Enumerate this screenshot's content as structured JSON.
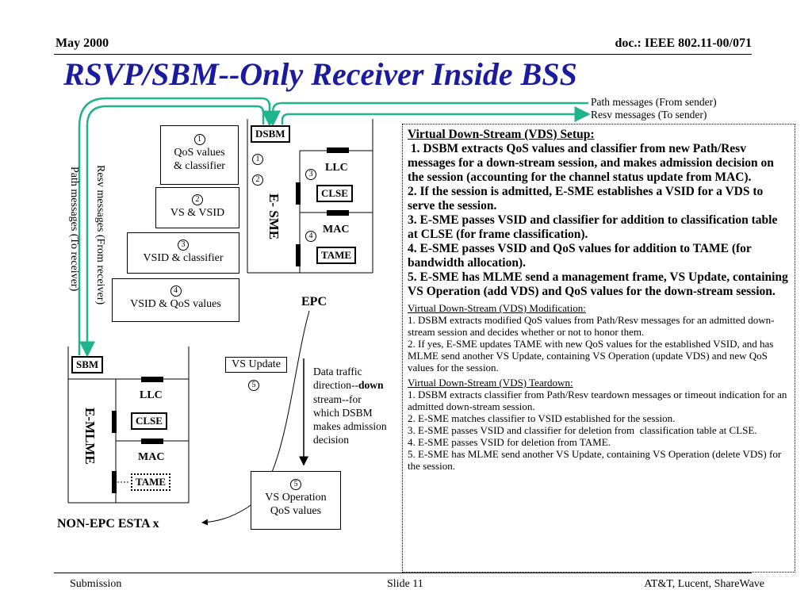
{
  "header": {
    "date": "May 2000",
    "doc": "doc.: IEEE 802.11-00/071"
  },
  "title": "RSVP/SBM--Only Receiver Inside BSS",
  "footer": {
    "left": "Submission",
    "center": "Slide 11",
    "right": "AT&T, Lucent, ShareWave"
  },
  "messages": {
    "path_from_sender": "Path messages (From sender)",
    "resv_to_sender": "Resv messages (To sender)",
    "resv_from_receiver": "Resv messages (From receiver)",
    "path_to_receiver": "Path messages (To receiver)"
  },
  "steps": [
    {
      "num": "1",
      "lines": [
        "QoS values",
        "& classifier"
      ]
    },
    {
      "num": "2",
      "lines": [
        "VS & VSID"
      ]
    },
    {
      "num": "3",
      "lines": [
        "VSID & classifier"
      ]
    },
    {
      "num": "4",
      "lines": [
        "VSID & QoS values"
      ]
    }
  ],
  "epc": {
    "dsbm": "DSBM",
    "sme": "E- SME",
    "llc": "LLC",
    "clse": "CLSE",
    "mac": "MAC",
    "tame": "TAME",
    "label": "EPC",
    "marks": [
      "1",
      "2",
      "3",
      "4"
    ]
  },
  "vs_update": {
    "label": "VS Update",
    "num": "5"
  },
  "data_traffic": {
    "line1": "Data traffic",
    "line2_prefix": "direction--",
    "line2_bold": "down",
    "line3": "stream--for",
    "line4": "which DSBM",
    "line5": "makes admission",
    "line6": "decision"
  },
  "vs_operation": {
    "num": "5",
    "line1": "VS Operation",
    "line2": "QoS values"
  },
  "esta": {
    "sbm": "SBM",
    "mlme": "E-MLME",
    "llc": "LLC",
    "clse": "CLSE",
    "mac": "MAC",
    "tame": "TAME",
    "label": "NON-EPC ESTA x"
  },
  "panel": {
    "setup_title": "Virtual Down-Stream (VDS) Setup:",
    "setup": [
      " 1. DSBM extracts QoS values and classifier from new Path/Resv messages for a down-stream session, and makes admission decision on the session (accounting for the channel status update from MAC).",
      "2. If the session is admitted, E-SME establishes a VSID for a VDS to serve the session.",
      "3. E-SME passes VSID and classifier for addition to classification table at CLSE (for frame classification).",
      "4. E-SME passes VSID and QoS values for addition to TAME (for bandwidth allocation).",
      "5. E-SME has MLME send a management frame, VS Update, containing VS Operation (add VDS) and QoS values for the down-stream session."
    ],
    "mod_title": "Virtual Down-Stream (VDS) Modification:",
    "mod": [
      "1. DSBM extracts modified QoS values from Path/Resv messages for an admitted down-stream session and decides whether or not to honor them.",
      "2. If yes, E-SME updates TAME with new QoS values for the established VSID, and has MLME send another VS Update, containing VS Operation (update VDS) and new QoS values for the session."
    ],
    "td_title": "Virtual Down-Stream (VDS) Teardown:",
    "td": [
      "1. DSBM extracts classifier from Path/Resv teardown messages or timeout indication for an admitted down-stream session.",
      "2. E-SME matches classifier to VSID established for the session.",
      "3. E-SME passes VSID and classifier for deletion from  classification table at CLSE.",
      "4. E-SME passes VSID for deletion from TAME.",
      "5. E-SME has MLME send another VS Update, containing VS Operation (delete VDS) for the session."
    ]
  },
  "colors": {
    "title": "#1b1ba0",
    "arrow": "#1fb48c"
  }
}
